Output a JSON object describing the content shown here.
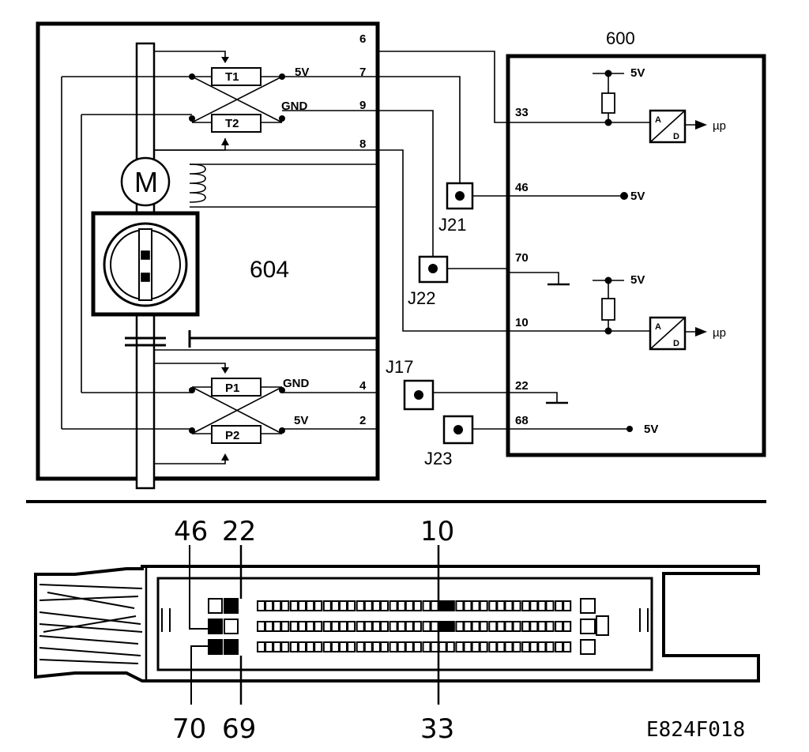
{
  "diagram": {
    "module_604": "604",
    "module_600": "600",
    "motor": "M",
    "sensors": {
      "t1": "T1",
      "t2": "T2",
      "p1": "P1",
      "p2": "P2"
    },
    "pins_604": {
      "p6": "6",
      "p7": "7",
      "p9": "9",
      "p8": "8",
      "p4": "4",
      "p2": "2"
    },
    "pins_600": {
      "p33": "33",
      "p46": "46",
      "p70": "70",
      "p10": "10",
      "p22": "22",
      "p68": "68"
    },
    "junctions": {
      "j21": "J21",
      "j22": "J22",
      "j17": "J17",
      "j23": "J23"
    },
    "supply": "5V",
    "ground": "GND",
    "adc_top": "A",
    "adc_bottom": "D",
    "micro": "µp"
  },
  "connector": {
    "top_labels": {
      "l46": "46",
      "l22": "22",
      "l10": "10"
    },
    "bottom_labels": {
      "l70": "70",
      "l69": "69",
      "l33": "33"
    },
    "figure_code": "E824F018"
  }
}
